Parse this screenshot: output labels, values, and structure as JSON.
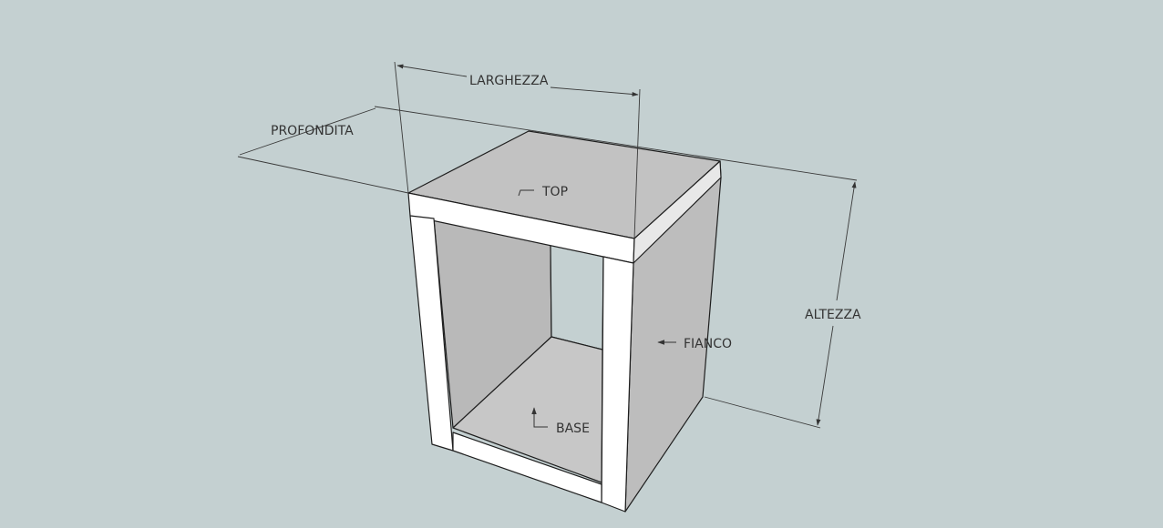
{
  "scene": {
    "background_color": "#c4d0d1",
    "colors": {
      "face_light": "#ffffff",
      "face_top": "#c2c2c2",
      "face_inner": "#b9b9b9",
      "face_bottom": "#c7c7c7",
      "edge": "#1e1e1e"
    }
  },
  "dimensions": {
    "width_label": "LARGHEZZA",
    "depth_label": "PROFONDITA",
    "height_label": "ALTEZZA"
  },
  "parts": {
    "top_label": "TOP",
    "side_label": "FIANCO",
    "base_label": "BASE"
  }
}
